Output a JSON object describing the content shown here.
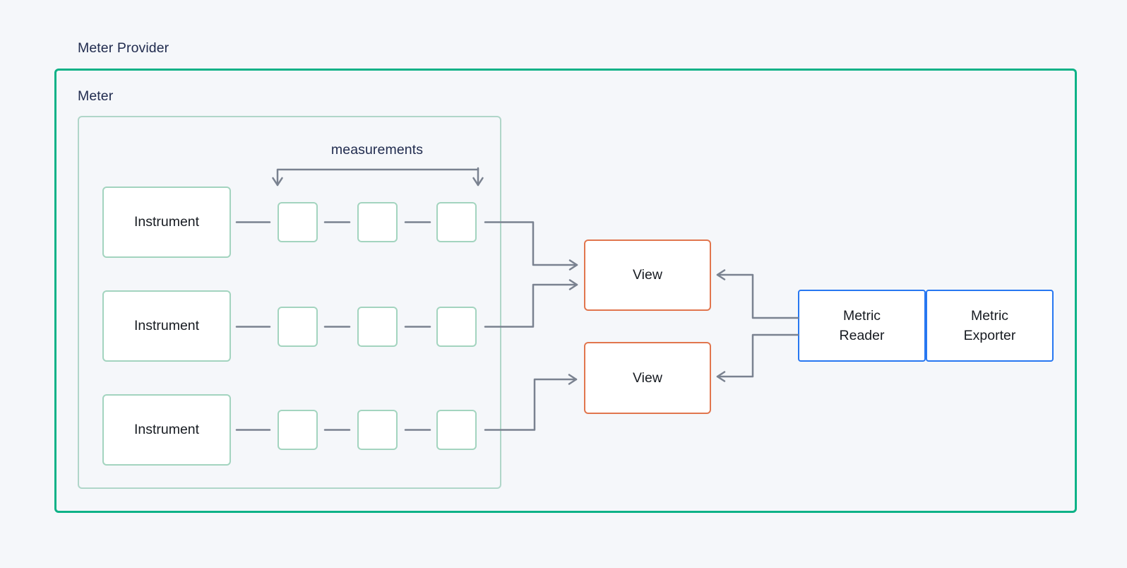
{
  "colors": {
    "background": "#f5f7fa",
    "outer_border": "#0eb287",
    "inner_border": "#b0d6c9",
    "node_border": "#a3d4bf",
    "view_border": "#e1764e",
    "reader_border": "#2777f1",
    "wire": "#7a8290",
    "label_text": "#212c4f",
    "box_text": "#171b21",
    "box_fill": "#ffffff"
  },
  "diagram": {
    "meter_provider_label": "Meter Provider",
    "meter_label": "Meter",
    "measurements_label": "measurements",
    "instruments": [
      {
        "label": "Instrument",
        "measurement_cells": 3
      },
      {
        "label": "Instrument",
        "measurement_cells": 3
      },
      {
        "label": "Instrument",
        "measurement_cells": 3
      }
    ],
    "views": [
      {
        "label": "View"
      },
      {
        "label": "View"
      }
    ],
    "metric_reader_label": "Metric Reader",
    "metric_exporter_label": "Metric Exporter"
  }
}
